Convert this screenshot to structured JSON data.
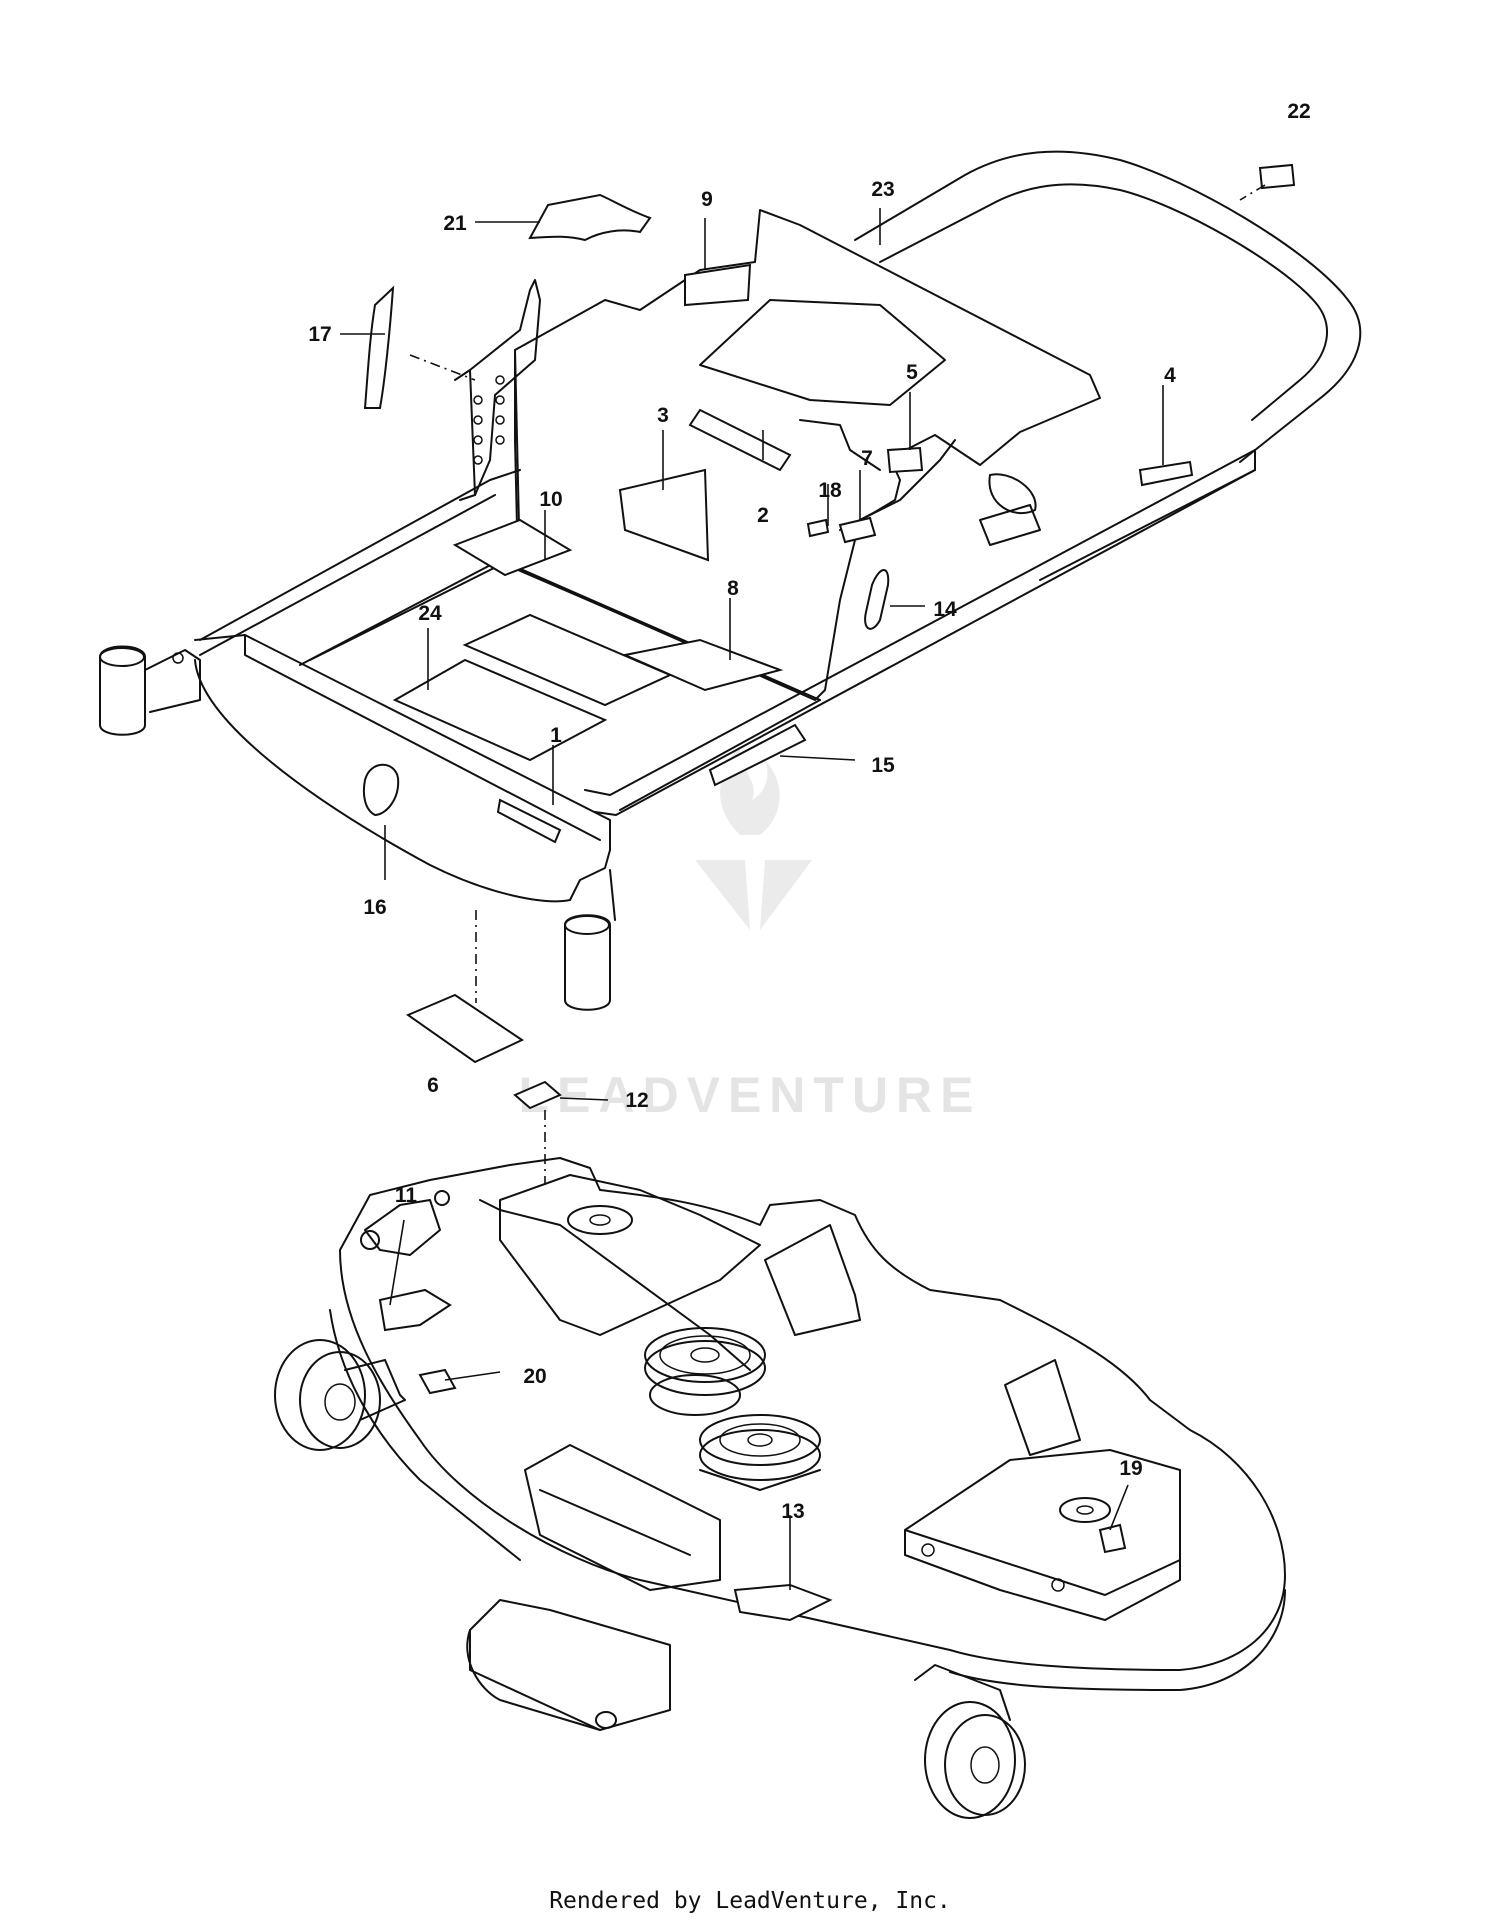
{
  "diagram": {
    "callouts": [
      "1",
      "2",
      "3",
      "4",
      "5",
      "6",
      "7",
      "8",
      "9",
      "10",
      "11",
      "12",
      "13",
      "14",
      "15",
      "16",
      "17",
      "18",
      "19",
      "20",
      "21",
      "22",
      "23",
      "24"
    ]
  },
  "watermark": {
    "text": "LEADVENTURE"
  },
  "footer": {
    "text": "Rendered by LeadVenture, Inc."
  }
}
